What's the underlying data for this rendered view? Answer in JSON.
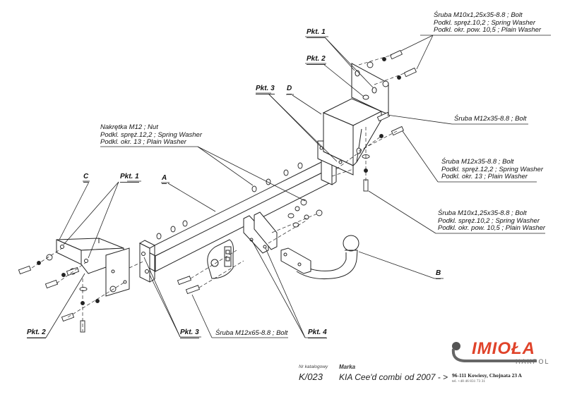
{
  "drawing": {
    "title": "Towbar installation diagram",
    "part_labels": {
      "A": "A",
      "B": "B",
      "C": "C",
      "D": "D"
    },
    "point_labels": {
      "pkt1_top": "Pkt. 1",
      "pkt2_top": "Pkt. 2",
      "pkt3_top": "Pkt. 3",
      "pkt1_left": "Pkt. 1",
      "pkt2_left": "Pkt. 2",
      "pkt3_bottom": "Pkt. 3",
      "pkt4_bottom": "Pkt. 4"
    },
    "callouts": {
      "top_right": [
        "Śruba M10x1,25x35-8.8 ;  Bolt",
        "Podkl. spręż.10,2 ; Spring Washer",
        "Podkl. okr. pow. 10,5 ; Plain Washer"
      ],
      "right_bolt": [
        "Śruba M12x35-8.8 ;  Bolt"
      ],
      "right_mid": [
        "Śruba M12x35-8.8 ;  Bolt",
        "Podkl. spręż.12,2 ; Spring Washer",
        "Podkl. okr. 13 ; Plain Washer"
      ],
      "right_lower": [
        "Śruba M10x1,25x35-8.8 ;  Bolt",
        "Podkl. spręż.10,2 ; Spring Washer",
        "Podkl. okr. pow. 10,5 ; Plain Washer"
      ],
      "left_nut": [
        "Nakrętka  M12 ; Nut",
        "Podkl. spręż.12,2 ; Spring Washer",
        "Podkl. okr. 13 ; Plain Washer"
      ],
      "bottom_bolt": [
        "Śruba M12x65-8.8 ;  Bolt"
      ]
    }
  },
  "footer": {
    "catalog_label": "Nr katalogowy",
    "catalog_number": "K/023",
    "make_label": "Marka",
    "make_value": "KIA Cee'd combi",
    "year_value": "od  2007 - >",
    "company_logo": "IMIOŁA",
    "company_sub": "HAKPOL",
    "address": "96-111 Kowiesy, Chojnata 23 A",
    "phone": "tel. +48 46 831 73 31",
    "brand_color": "#e0432a"
  }
}
